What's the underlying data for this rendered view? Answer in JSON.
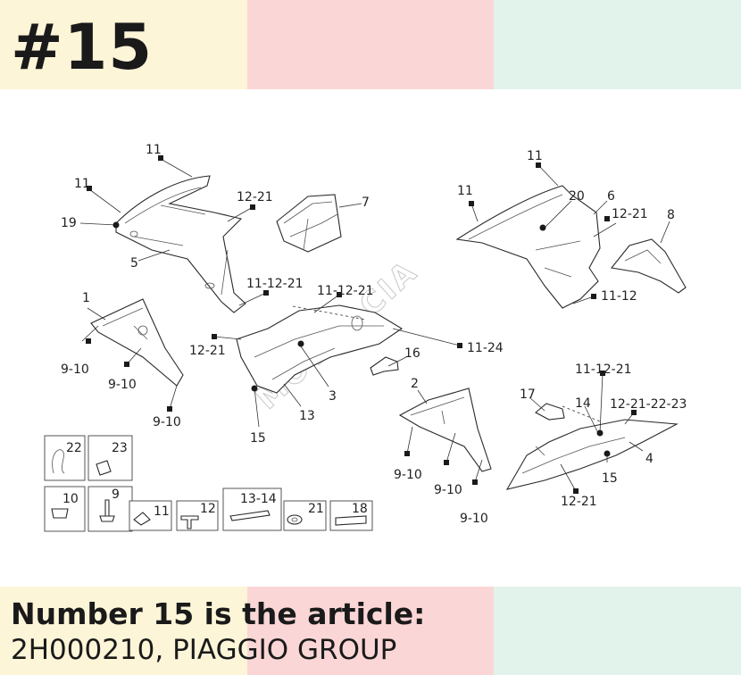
{
  "header": {
    "title": "#15"
  },
  "caption": {
    "line1": "Number 15 is the article:",
    "line2": "2H000210, PIAGGIO GROUP"
  },
  "watermark": "MOTORCIA",
  "colors": {
    "band_yellow": "#fdf5d8",
    "band_pink": "#fbd6d6",
    "band_mint": "#e2f3ec"
  },
  "diagram": {
    "callouts": {
      "c_11a": "11",
      "c_11b": "11",
      "c_19": "19",
      "c_12_21a": "12-21",
      "c_7": "7",
      "c_5": "5",
      "c_11_12_21a": "11-12-21",
      "c_1": "1",
      "c_9_10a": "9-10",
      "c_9_10b": "9-10",
      "c_9_10c": "9-10",
      "c_12_21b": "12-21",
      "c_11_12_21b": "11-12-21",
      "c_15a": "15",
      "c_13": "13",
      "c_3": "3",
      "c_16": "16",
      "c_11_24": "11-24",
      "c_11c": "11",
      "c_11d": "11",
      "c_20": "20",
      "c_6": "6",
      "c_12_21c": "12-21",
      "c_8": "8",
      "c_11_12": "11-12",
      "c_2": "2",
      "c_9_10d": "9-10",
      "c_9_10e": "9-10",
      "c_9_10f": "9-10",
      "c_11_12_21c": "11-12-21",
      "c_17": "17",
      "c_14": "14",
      "c_12_21_22_23": "12-21-22-23",
      "c_4": "4",
      "c_15b": "15",
      "c_12_21d": "12-21"
    },
    "hardware": {
      "h22": "22",
      "h23": "23",
      "h10": "10",
      "h9": "9",
      "h11": "11",
      "h12": "12",
      "h13_14": "13-14",
      "h21": "21",
      "h18": "18"
    }
  }
}
